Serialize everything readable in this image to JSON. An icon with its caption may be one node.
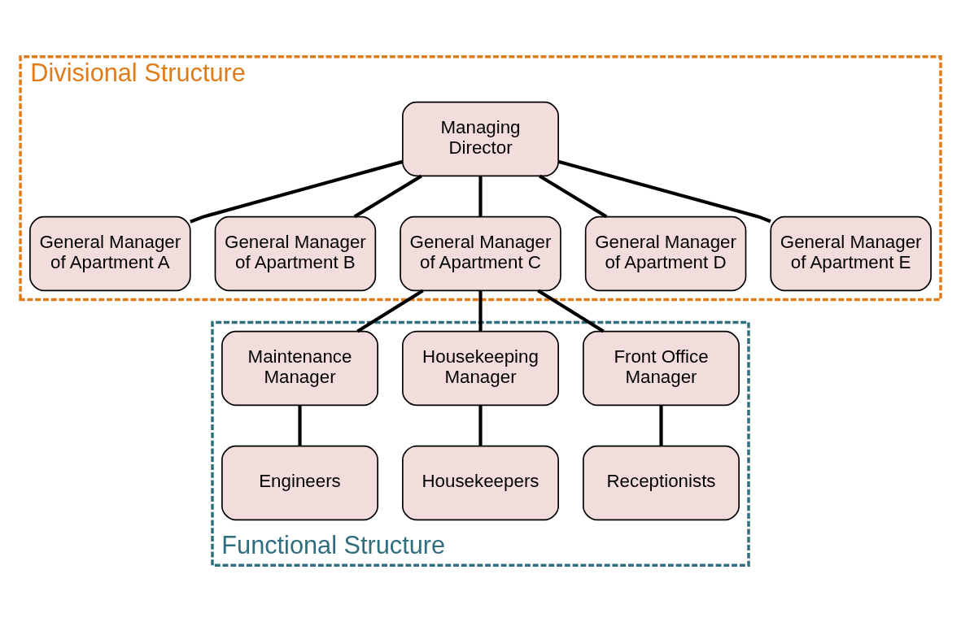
{
  "diagram": {
    "nodes": [
      {
        "text": [
          "Divisional Structure"
        ]
      },
      {
        "text": [
          "Managing Director"
        ],
        "in": 0
      },
      {
        "text": [
          "General Manager of Apartment A"
        ],
        "in": 0
      },
      {
        "text": [
          "General Manager of Apartment B"
        ],
        "in": 0
      },
      {
        "text": [
          "General Manager of Apartment C"
        ],
        "in": 0
      },
      {
        "text": [
          "General Manager of Apartment D"
        ],
        "in": 0
      },
      {
        "text": [
          "General Manager of Apartment E"
        ],
        "in": 0
      },
      {
        "text": [
          "Functional Structure"
        ]
      },
      {
        "text": [
          "Front Office Manager"
        ],
        "in": 7
      },
      {
        "text": [
          "Housekeeping Manager"
        ],
        "in": 7
      },
      {
        "text": [
          "Maintenance Manager"
        ],
        "in": 7
      },
      {
        "text": [
          "Receptionists"
        ],
        "in": 7
      },
      {
        "text": [
          "Housekeepers"
        ],
        "in": 7
      },
      {
        "text": [
          "Engineers"
        ],
        "in": 7
      }
    ],
    "edges": [
      {
        "from": 1,
        "to": 2,
        "arrow": "none"
      },
      {
        "from": 1,
        "to": 3,
        "arrow": "none"
      },
      {
        "from": 1,
        "to": 4,
        "arrow": "none"
      },
      {
        "from": 1,
        "to": 5,
        "arrow": "none"
      },
      {
        "from": 1,
        "to": 6,
        "arrow": "none"
      },
      {
        "from": 4,
        "to": 8,
        "arrow": "none"
      },
      {
        "from": 4,
        "to": 9,
        "arrow": "none"
      },
      {
        "from": 4,
        "to": 10,
        "arrow": "none"
      },
      {
        "from": 8,
        "to": 11,
        "arrow": "none"
      },
      {
        "from": 9,
        "to": 12,
        "arrow": "none"
      },
      {
        "from": 10,
        "to": 13,
        "arrow": "none"
      }
    ]
  }
}
